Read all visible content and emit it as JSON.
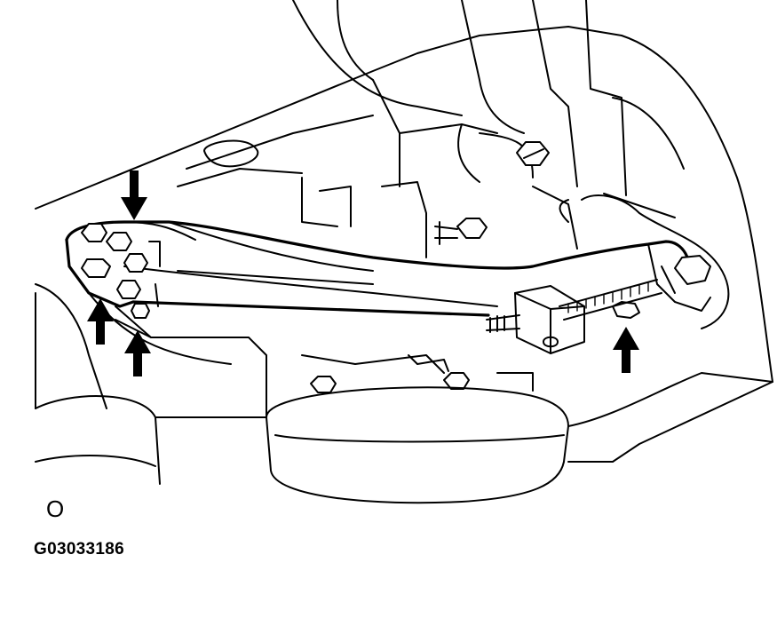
{
  "diagram": {
    "corner_label": "O",
    "figure_id": "G03033186",
    "arrows": [
      {
        "name": "arrow-down-top-left",
        "direction": "down"
      },
      {
        "name": "arrow-up-left-1",
        "direction": "up"
      },
      {
        "name": "arrow-up-left-2",
        "direction": "up"
      },
      {
        "name": "arrow-up-right",
        "direction": "up"
      }
    ],
    "colors": {
      "line": "#000000",
      "background": "#ffffff"
    }
  }
}
